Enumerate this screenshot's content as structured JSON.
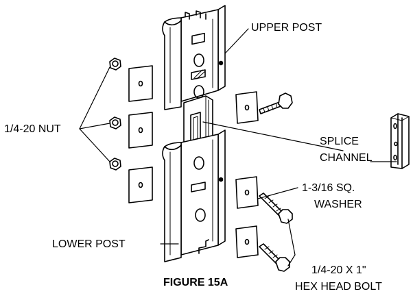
{
  "labels": {
    "upper_post": "UPPER POST",
    "nut": "1/4-20 NUT",
    "splice_line1": "SPLICE",
    "splice_line2": "CHANNEL",
    "washer_line1": "1-3/16 SQ.",
    "washer_line2": "WASHER",
    "lower_post": "LOWER POST",
    "bolt_line1": "1/4-20 X 1\"",
    "bolt_line2": "HEX HEAD BOLT",
    "figure": "FIGURE 15A"
  }
}
